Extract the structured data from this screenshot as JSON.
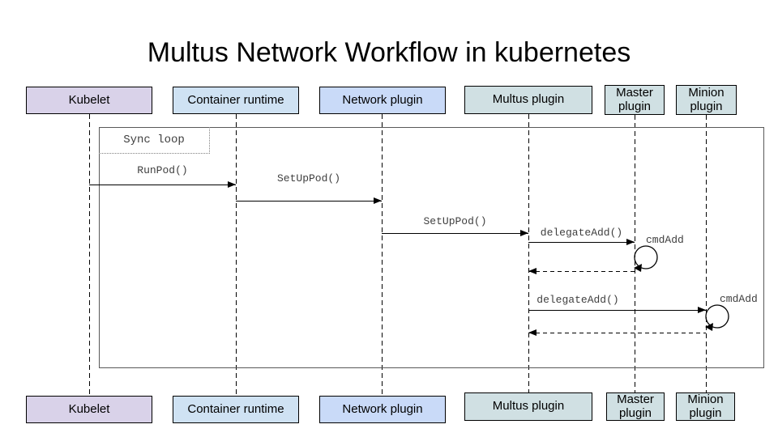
{
  "title": "Multus Network Workflow in kubernetes",
  "actors": {
    "kubelet": "Kubelet",
    "container_runtime": "Container runtime",
    "network_plugin": "Network plugin",
    "multus_plugin": "Multus plugin",
    "master_plugin": "Master plugin",
    "minion_plugin": "Minion plugin"
  },
  "frame": {
    "sync_loop": "Sync loop"
  },
  "messages": {
    "run_pod": "RunPod()",
    "setup_pod_runtime": "SetUpPod()",
    "setup_pod_multus": "SetUpPod()",
    "delegate_add_master": "delegateAdd()",
    "cmd_add_master": "cmdAdd",
    "delegate_add_minion": "delegateAdd()",
    "cmd_add_minion": "cmdAdd"
  },
  "colors": {
    "kubelet_fill": "#d9d2e9",
    "container_runtime_fill": "#cfe2f3",
    "network_plugin_fill": "#c9daf8",
    "cni_plugin_fill": "#d0e0e3",
    "frame_border": "#595959"
  }
}
